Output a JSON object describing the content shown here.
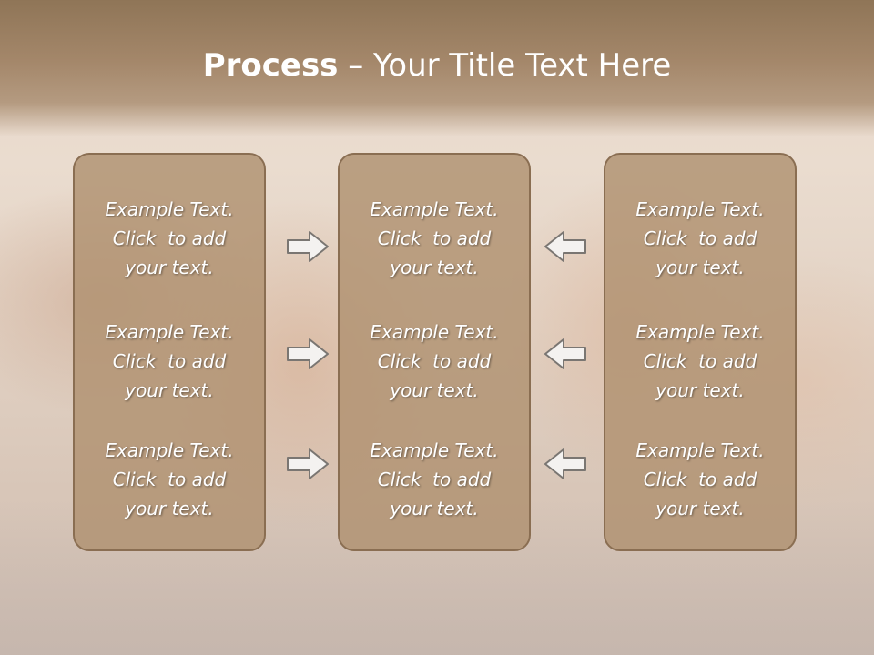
{
  "slide": {
    "title_bold": "Process",
    "title_rest": " – Your Title Text Here"
  },
  "panels": [
    {
      "blocks": [
        {
          "line1": "Example Text.",
          "line2": "Click  to add",
          "line3": "your text."
        },
        {
          "line1": "Example Text.",
          "line2": "Click  to add",
          "line3": "your text."
        },
        {
          "line1": "Example Text.",
          "line2": "Click  to add",
          "line3": "your text."
        }
      ]
    },
    {
      "blocks": [
        {
          "line1": "Example Text.",
          "line2": "Click  to add",
          "line3": "your text."
        },
        {
          "line1": "Example Text.",
          "line2": "Click  to add",
          "line3": "your text."
        },
        {
          "line1": "Example Text.",
          "line2": "Click  to add",
          "line3": "your text."
        }
      ]
    },
    {
      "blocks": [
        {
          "line1": "Example Text.",
          "line2": "Click  to add",
          "line3": "your text."
        },
        {
          "line1": "Example Text.",
          "line2": "Click  to add",
          "line3": "your text."
        },
        {
          "line1": "Example Text.",
          "line2": "Click  to add",
          "line3": "your text."
        }
      ]
    }
  ],
  "arrows": {
    "left_column": [
      "right-arrow-icon",
      "right-arrow-icon",
      "right-arrow-icon"
    ],
    "right_column": [
      "left-arrow-icon",
      "left-arrow-icon",
      "left-arrow-icon"
    ]
  },
  "colors": {
    "title_bar": "#a4876a",
    "panel_fill": "#b09170",
    "panel_border": "#8a6e52",
    "text": "#ffffff"
  }
}
